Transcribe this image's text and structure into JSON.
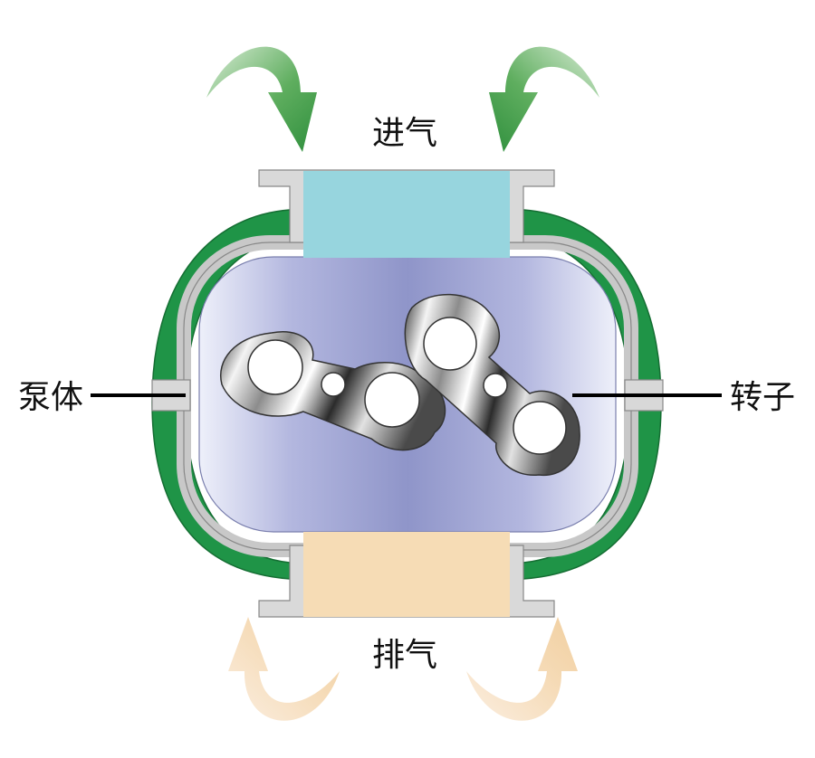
{
  "labels": {
    "intake": "进气",
    "exhaust": "排气",
    "pump_body": "泵体",
    "rotor": "转子"
  },
  "colors": {
    "casing_green": "#1f9447",
    "intake_fill": "#97d5de",
    "exhaust_fill": "#f6dcb5",
    "chamber_mid": "#8f95c9",
    "chamber_edge": "#e9ebf7",
    "intake_arrow": "#3f9a49",
    "exhaust_arrow": "#f4d5ac",
    "metal_light": "#f2f2f2",
    "metal_dark": "#2e2e2e"
  }
}
